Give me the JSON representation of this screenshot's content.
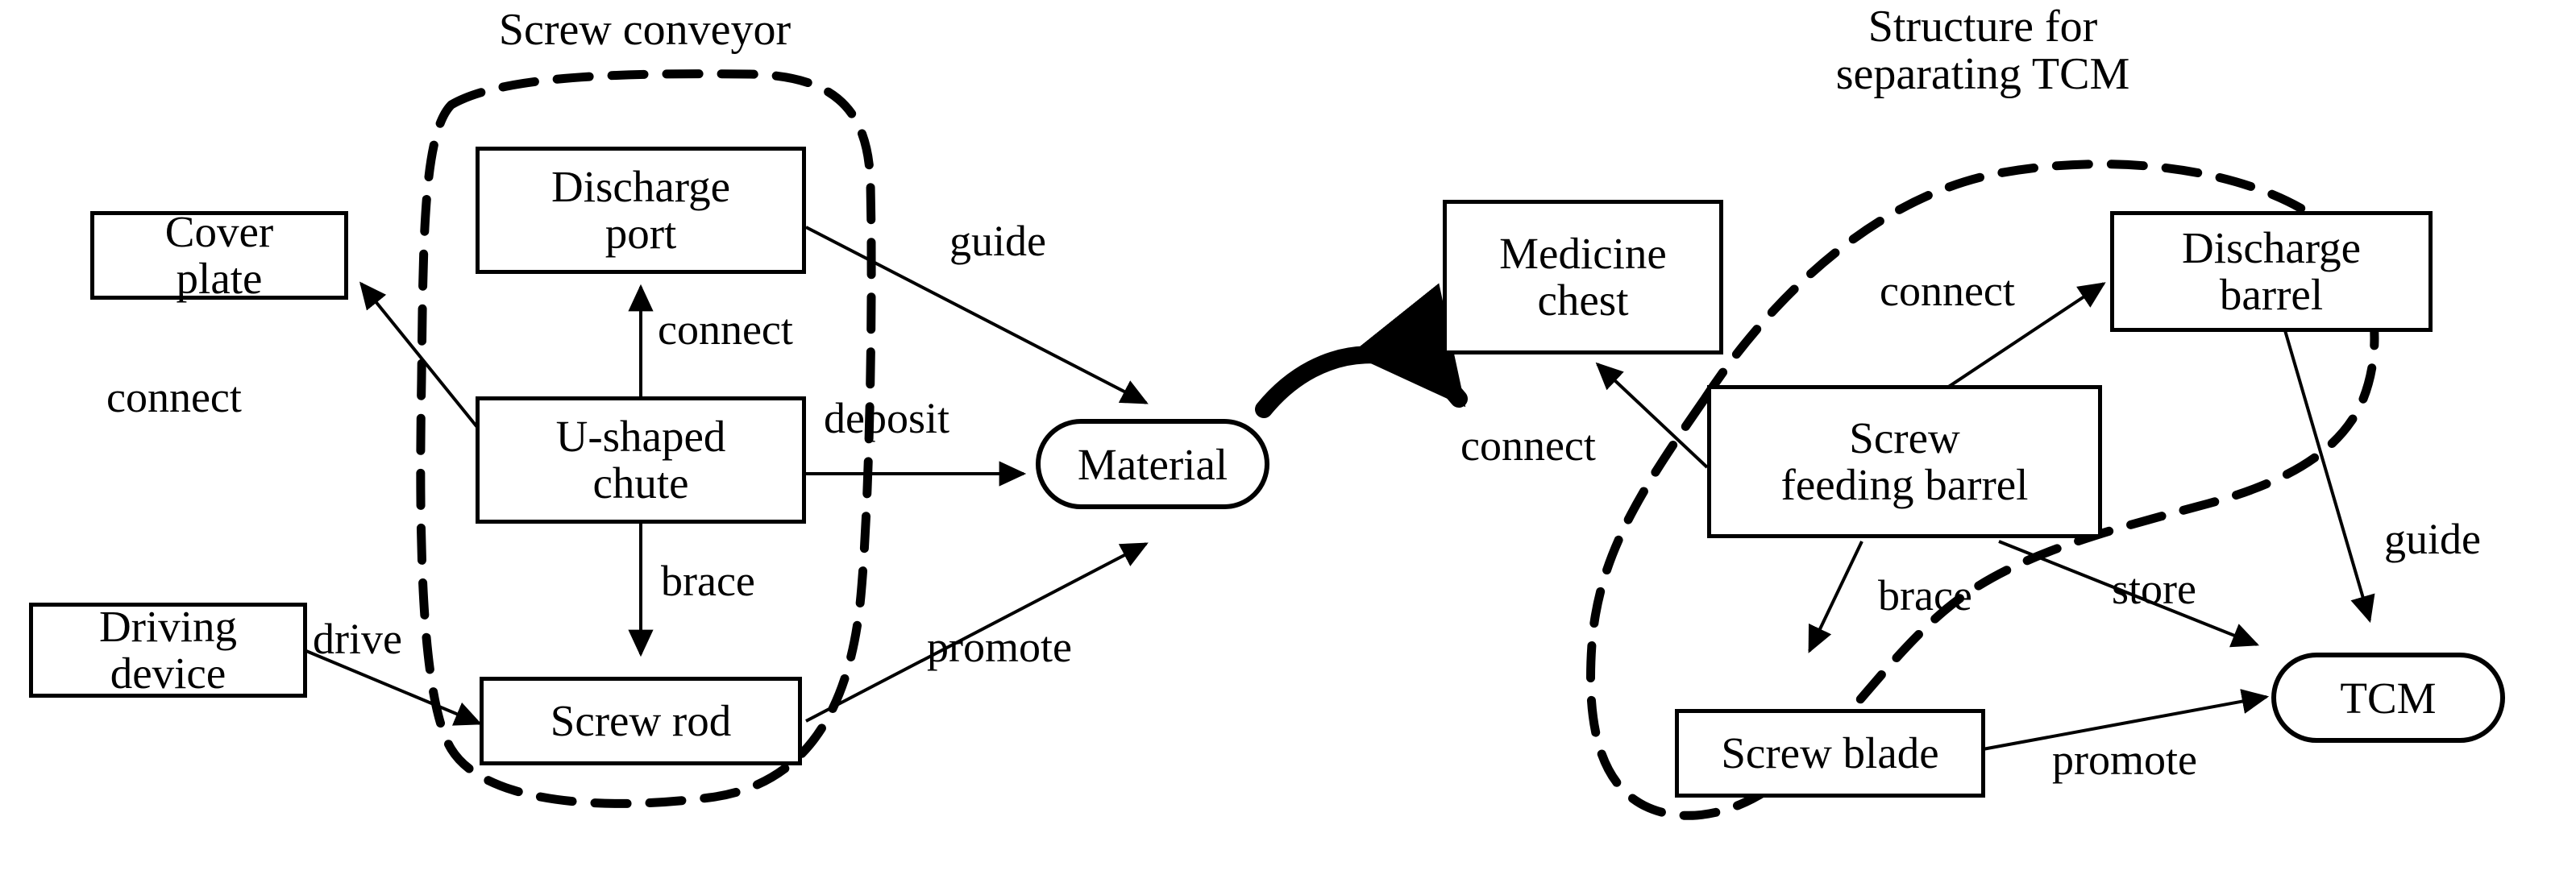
{
  "diagram": {
    "title_left": "Screw conveyor",
    "title_right": "Structure for\nseparating TCM",
    "background": "#ffffff",
    "stroke": "#000000"
  },
  "groups": [
    {
      "id": "screw-conveyor",
      "caption": "Screw conveyor"
    },
    {
      "id": "separating-tcm",
      "caption": "Structure for\nseparating TCM"
    }
  ],
  "nodes": [
    {
      "id": "cover-plate",
      "label": "Cover\nplate",
      "shape": "rect"
    },
    {
      "id": "driving-device",
      "label": "Driving\ndevice",
      "shape": "rect"
    },
    {
      "id": "discharge-port",
      "label": "Discharge\nport",
      "shape": "rect"
    },
    {
      "id": "u-shaped-chute",
      "label": "U-shaped\nchute",
      "shape": "rect"
    },
    {
      "id": "screw-rod",
      "label": "Screw rod",
      "shape": "rect"
    },
    {
      "id": "material",
      "label": "Material",
      "shape": "oval"
    },
    {
      "id": "medicine-chest",
      "label": "Medicine\nchest",
      "shape": "rect"
    },
    {
      "id": "discharge-barrel",
      "label": "Discharge\nbarrel",
      "shape": "rect"
    },
    {
      "id": "screw-feeding-barrel",
      "label": "Screw\nfeeding barrel",
      "shape": "rect"
    },
    {
      "id": "screw-blade",
      "label": "Screw blade",
      "shape": "rect"
    },
    {
      "id": "tcm",
      "label": "TCM",
      "shape": "oval"
    }
  ],
  "edges": [
    {
      "id": "e1",
      "from": "u-shaped-chute",
      "to": "cover-plate",
      "label": "connect"
    },
    {
      "id": "e2",
      "from": "u-shaped-chute",
      "to": "discharge-port",
      "label": "connect"
    },
    {
      "id": "e3",
      "from": "u-shaped-chute",
      "to": "screw-rod",
      "label": "brace"
    },
    {
      "id": "e4",
      "from": "u-shaped-chute",
      "to": "material",
      "label": "deposit"
    },
    {
      "id": "e5",
      "from": "discharge-port",
      "to": "material",
      "label": "guide"
    },
    {
      "id": "e6",
      "from": "screw-rod",
      "to": "material",
      "label": "promote"
    },
    {
      "id": "e7",
      "from": "driving-device",
      "to": "screw-rod",
      "label": "drive"
    },
    {
      "id": "e8",
      "from": "material",
      "to": "medicine-chest",
      "label": ""
    },
    {
      "id": "e9",
      "from": "screw-feeding-barrel",
      "to": "medicine-chest",
      "label": "connect"
    },
    {
      "id": "e10",
      "from": "screw-feeding-barrel",
      "to": "discharge-barrel",
      "label": "connect"
    },
    {
      "id": "e11",
      "from": "screw-feeding-barrel",
      "to": "screw-blade",
      "label": "brace"
    },
    {
      "id": "e12",
      "from": "screw-feeding-barrel",
      "to": "tcm",
      "label": "store"
    },
    {
      "id": "e13",
      "from": "discharge-barrel",
      "to": "tcm",
      "label": "guide"
    },
    {
      "id": "e14",
      "from": "screw-blade",
      "to": "tcm",
      "label": "promote"
    }
  ],
  "labels": {
    "connect_cover_plate": "connect",
    "connect_discharge_port": "connect",
    "brace_screw_rod": "brace",
    "deposit": "deposit",
    "guide_material": "guide",
    "promote_material": "promote",
    "drive": "drive",
    "connect_medicine_chest": "connect",
    "connect_discharge_barrel": "connect",
    "brace_screw_blade": "brace",
    "store": "store",
    "guide_tcm": "guide",
    "promote_tcm": "promote"
  },
  "node_text": {
    "cover_plate": "Cover\nplate",
    "driving_device": "Driving\ndevice",
    "discharge_port": "Discharge\nport",
    "u_shaped_chute": "U-shaped\nchute",
    "screw_rod": "Screw rod",
    "material": "Material",
    "medicine_chest": "Medicine\nchest",
    "discharge_barrel": "Discharge\nbarrel",
    "screw_feeding_barrel": "Screw\nfeeding barrel",
    "screw_blade": "Screw blade",
    "tcm": "TCM"
  }
}
